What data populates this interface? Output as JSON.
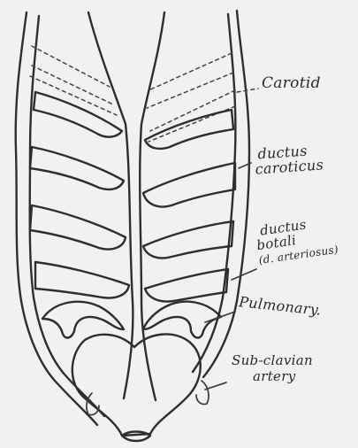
{
  "labels": {
    "carotid": "Carotid",
    "ductus_caroticus_line1": "ductus",
    "ductus_caroticus_line2": "caroticus",
    "ductus_botali_line1": "ductus",
    "ductus_botali_line2": "botali",
    "ductus_botali_line3": "(d. arteriosus)",
    "pulmonary": "Pulmonary.",
    "subclavian_line1": "Sub-clavian",
    "subclavian_line2": "artery"
  },
  "colors": {
    "paper": "#f1f1ef",
    "ink": "#2e2e2e"
  }
}
